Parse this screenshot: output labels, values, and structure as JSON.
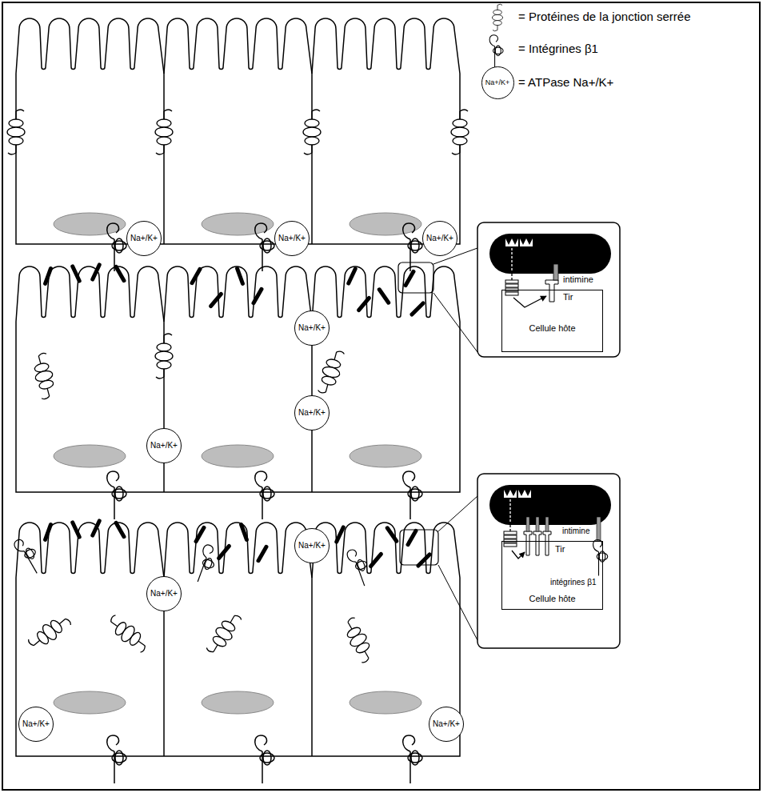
{
  "diagram": {
    "nodes": [
      {
        "text": [
          "Na+/K+"
        ]
      },
      {
        "text": [
          "Na+/K+"
        ]
      },
      {
        "text": [
          "Na+/K+"
        ]
      },
      {
        "text": [
          "Na+/K+"
        ]
      },
      {
        "text": [
          "Cellule hôte"
        ]
      },
      {
        "text": [
          "Na+/K+"
        ]
      },
      {
        "text": [
          "Na+/K+"
        ]
      },
      {
        "text": [
          "Na+/K+"
        ]
      },
      {
        "text": [
          "Cellule hôte"
        ]
      },
      {
        "text": [
          "Na+/K+"
        ]
      },
      {
        "text": [
          "Na+/K+"
        ]
      },
      {
        "text": [
          "Na+/K+"
        ]
      },
      {
        "text": [
          "Na+/K+"
        ]
      }
    ],
    "labels": [
      "intimine",
      "Tir",
      "intimine",
      "Tir",
      "intégrines β1"
    ],
    "legend": [
      {
        "text": "= Protéines de la jonction serrée"
      },
      {
        "text": "= Intégrines β1"
      },
      {
        "text": "= ATPase Na+/K+"
      }
    ]
  }
}
